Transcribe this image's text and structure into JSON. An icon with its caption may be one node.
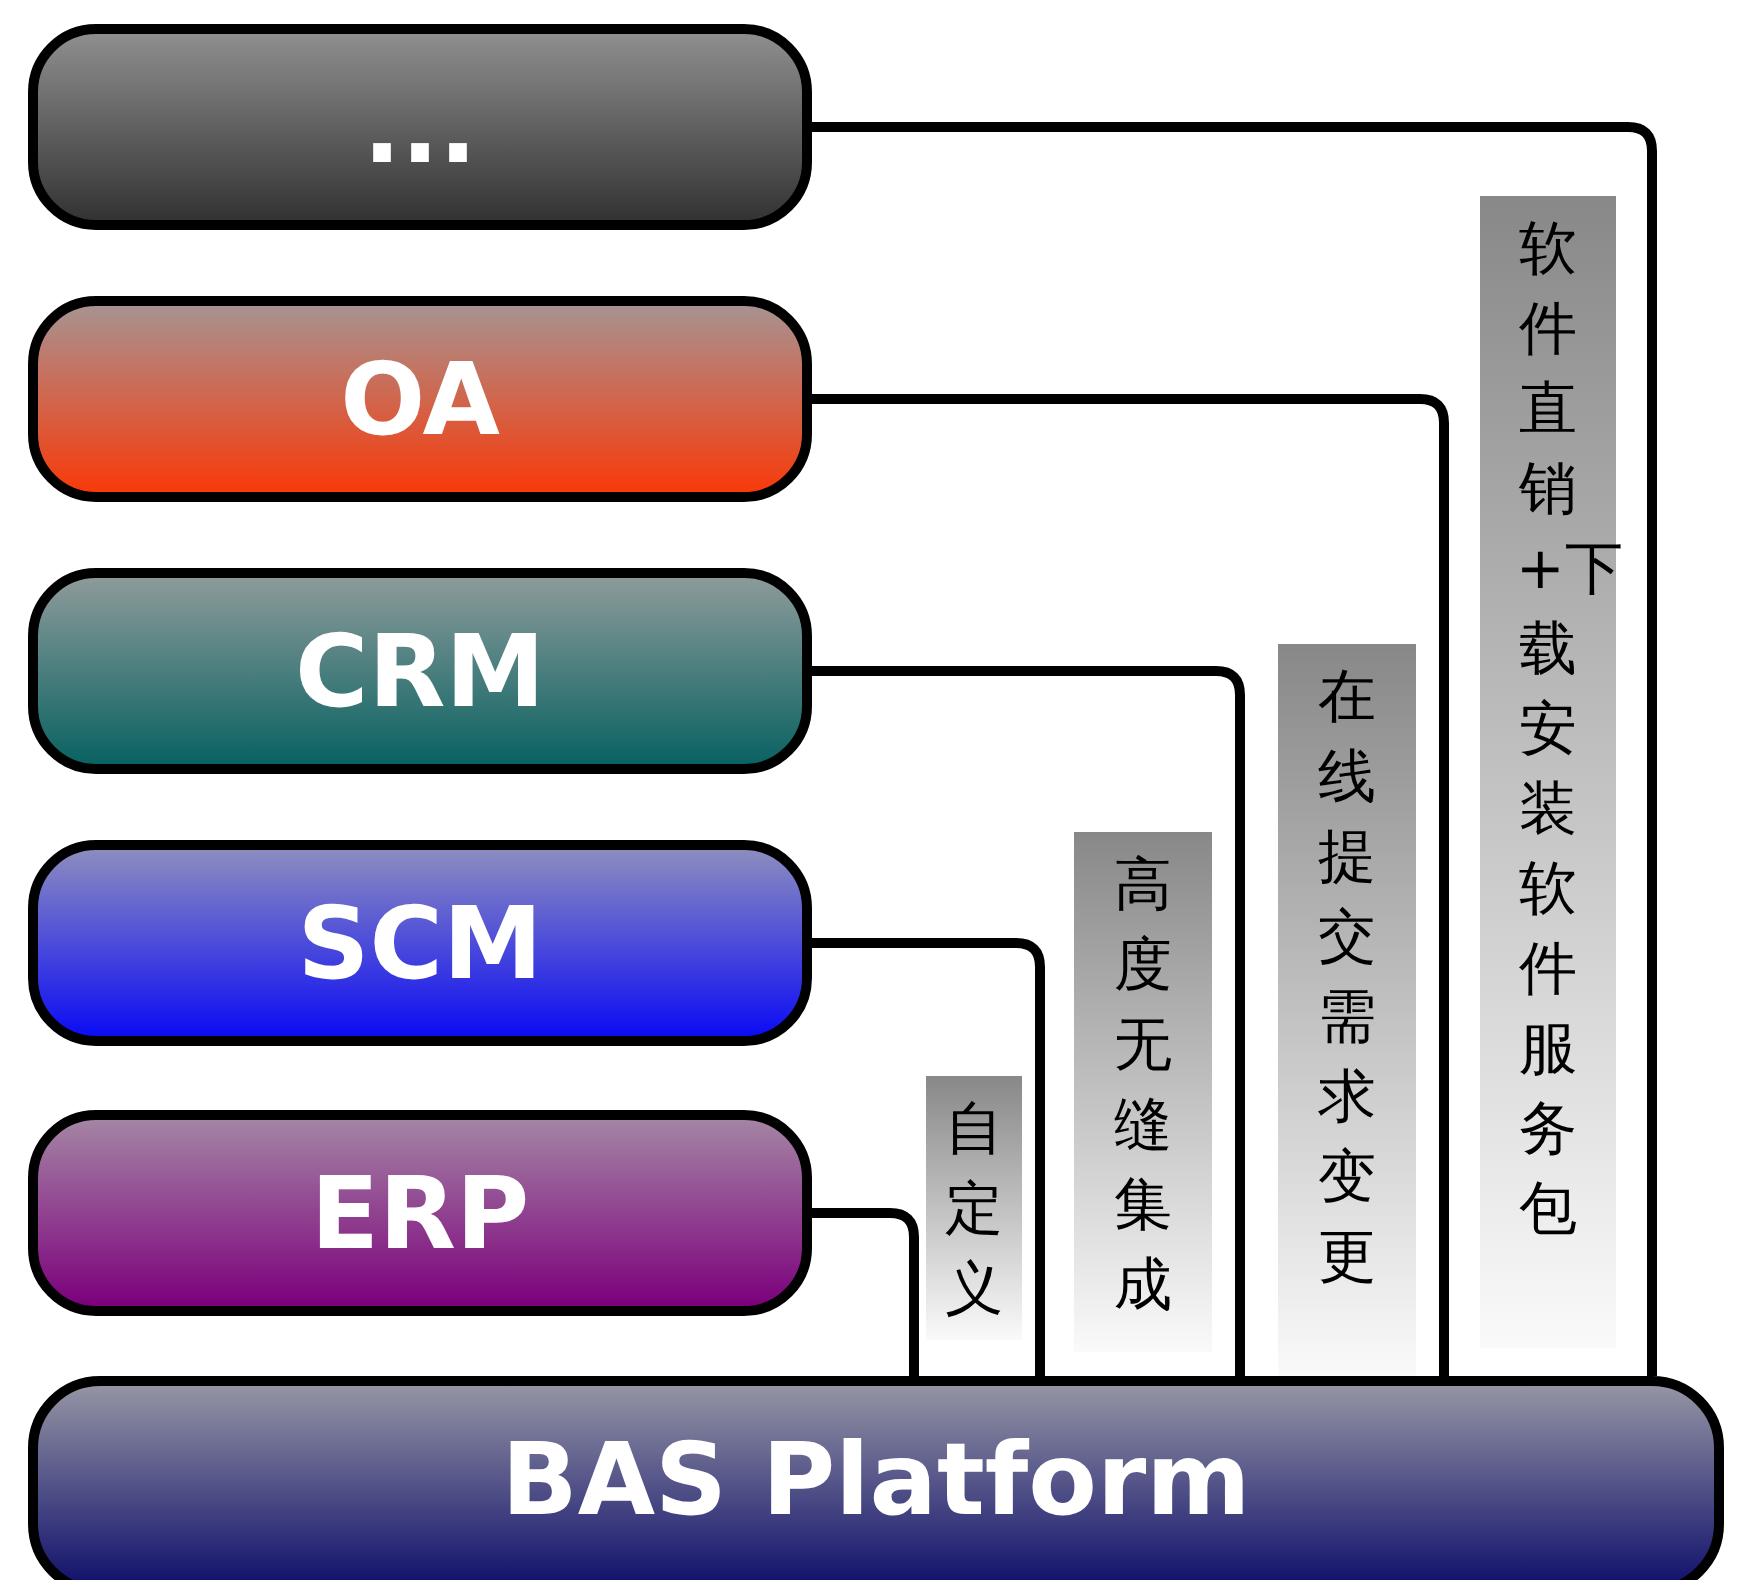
{
  "diagram": {
    "nodes": [
      {
        "text": [
          "..."
        ]
      },
      {
        "text": [
          "OA"
        ]
      },
      {
        "text": [
          "CRM"
        ]
      },
      {
        "text": [
          "SCM"
        ]
      },
      {
        "text": [
          "ERP"
        ]
      },
      {
        "text": [
          "BAS Platform"
        ]
      }
    ],
    "edges": [
      {
        "from": 0,
        "to": 5,
        "arrow": "none",
        "label": "软件直销+下载安装软件服务包"
      },
      {
        "from": 1,
        "to": 5,
        "arrow": "none",
        "label": "在线提交需求变更"
      },
      {
        "from": 2,
        "to": 5,
        "arrow": "none",
        "label": "高度无缝集成"
      },
      {
        "from": 3,
        "to": 5,
        "arrow": "none",
        "label": "自定义"
      },
      {
        "from": 4,
        "to": 5,
        "arrow": "none"
      }
    ]
  }
}
